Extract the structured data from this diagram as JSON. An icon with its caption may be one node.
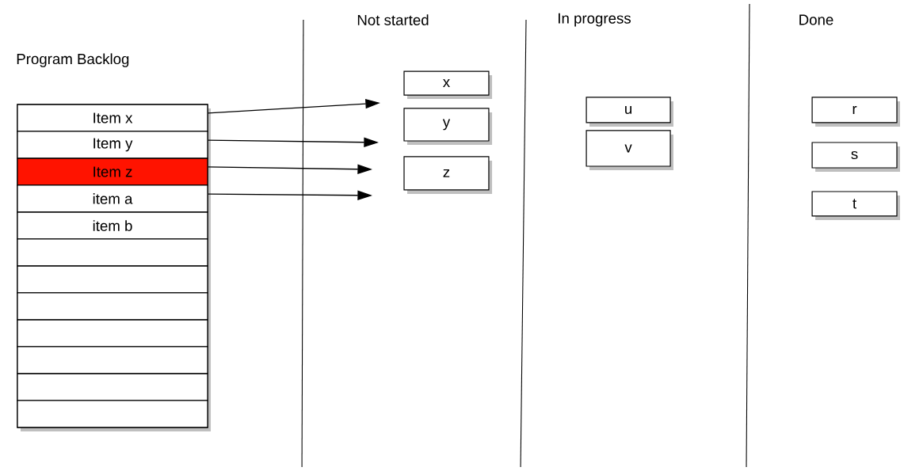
{
  "diagram": {
    "nodes": [
      {
        "text": [
          "Program Backlog"
        ]
      },
      {
        "text": [
          "Item x"
        ],
        "in": 0
      },
      {
        "text": [
          "Item y"
        ],
        "in": 0
      },
      {
        "text": [
          "Item z"
        ],
        "in": 0
      },
      {
        "text": [
          "item a"
        ],
        "in": 0
      },
      {
        "text": [
          "item b"
        ],
        "in": 0
      },
      {
        "text": [],
        "shape": "box",
        "in": 0
      },
      {
        "text": [],
        "shape": "box",
        "in": 0
      },
      {
        "text": [],
        "shape": "box",
        "in": 0
      },
      {
        "text": [],
        "shape": "box",
        "in": 0
      },
      {
        "text": [],
        "shape": "box",
        "in": 0
      },
      {
        "text": [],
        "shape": "box",
        "in": 0
      },
      {
        "text": [],
        "shape": "box",
        "in": 0
      },
      {
        "text": [
          "x"
        ]
      },
      {
        "text": [
          "y"
        ]
      },
      {
        "text": [
          "z"
        ]
      },
      {
        "text": [
          "u"
        ]
      },
      {
        "text": [
          "v"
        ]
      },
      {
        "text": [
          "r"
        ]
      },
      {
        "text": [
          "s"
        ]
      },
      {
        "text": [
          "t"
        ]
      }
    ],
    "edges": [
      {
        "from": 1,
        "to": null,
        "arrow": "to"
      },
      {
        "from": 2,
        "to": null,
        "arrow": "to"
      },
      {
        "from": 3,
        "to": null,
        "arrow": "to"
      },
      {
        "from": 4,
        "to": null,
        "arrow": "to"
      }
    ],
    "labels": [
      "Not started",
      "In progress",
      "Done"
    ]
  }
}
